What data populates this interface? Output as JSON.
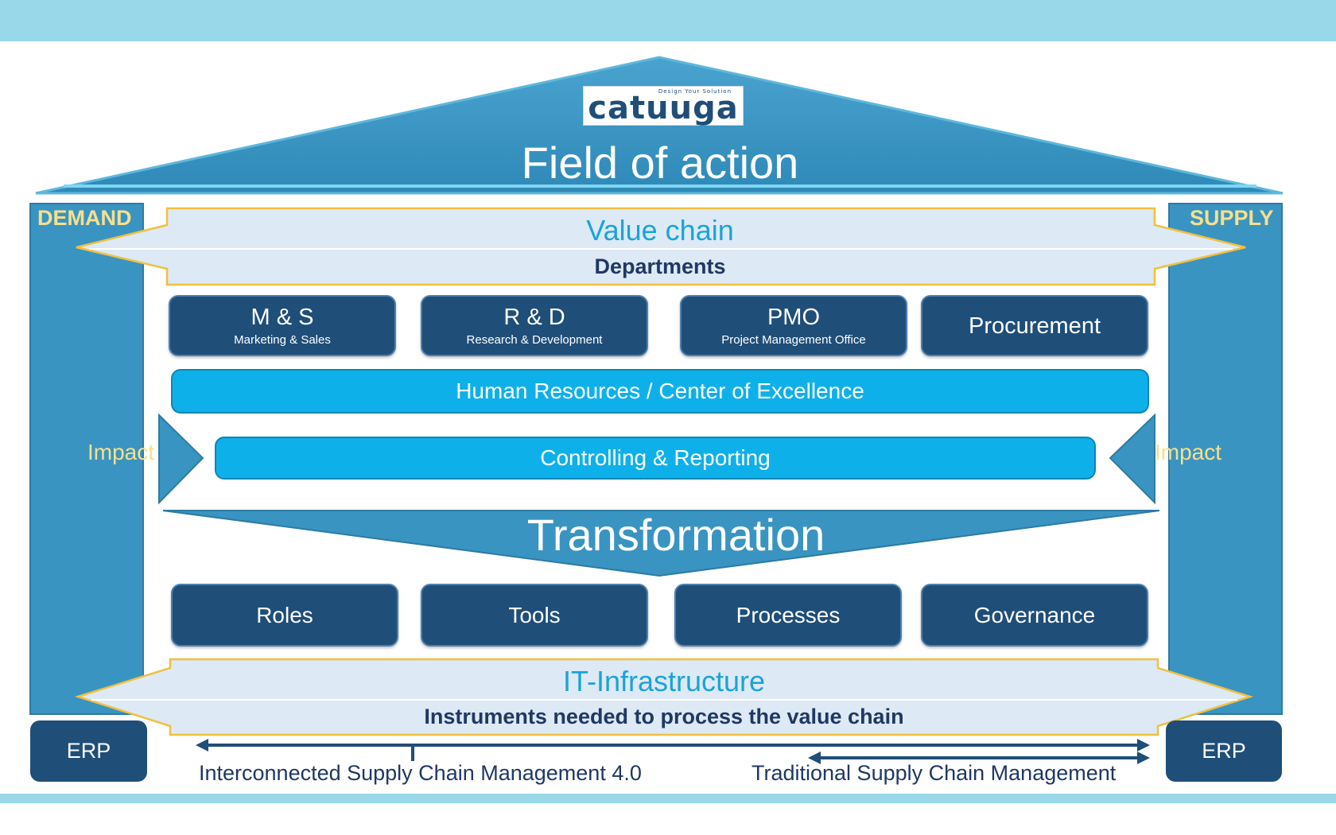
{
  "logo": {
    "name": "catuuga",
    "tagline": "Design Your Solution"
  },
  "roof": {
    "title": "Field of action"
  },
  "pillars": {
    "left": "DEMAND",
    "right": "SUPPLY"
  },
  "value_chain": {
    "title": "Value chain",
    "subtitle": "Departments"
  },
  "departments": [
    {
      "title": "M & S",
      "subtitle": "Marketing & Sales"
    },
    {
      "title": "R & D",
      "subtitle": "Research & Development"
    },
    {
      "title": "PMO",
      "subtitle": "Project Management Office"
    },
    {
      "title": "Procurement",
      "subtitle": ""
    }
  ],
  "hr_bar": "Human Resources / Center of Excellence",
  "controlling_bar": "Controlling & Reporting",
  "impact": {
    "left": "Impact",
    "right": "Impact"
  },
  "transformation": "Transformation",
  "pillars_row": [
    "Roles",
    "Tools",
    "Processes",
    "Governance"
  ],
  "it_infrastructure": {
    "title": "IT-Infrastructure",
    "subtitle": "Instruments needed to process the value chain"
  },
  "erp": {
    "left": "ERP",
    "right": "ERP"
  },
  "bottom": {
    "left_caption": "Interconnected Supply Chain Management 4.0",
    "right_caption": "Traditional Supply Chain Management"
  },
  "colors": {
    "top_band": "#99d8e8",
    "roof_fill": "#3a94c1",
    "pillar_fill": "#3a94c1",
    "dark_box": "#1f4e79",
    "bright_bar": "#0eb0ea",
    "banner_fill": "#dde9f4",
    "banner_border": "#f0c040",
    "label_yellow": "#f7e08c",
    "title_cyan": "#1aa3d9",
    "text_navy": "#1f3864"
  }
}
